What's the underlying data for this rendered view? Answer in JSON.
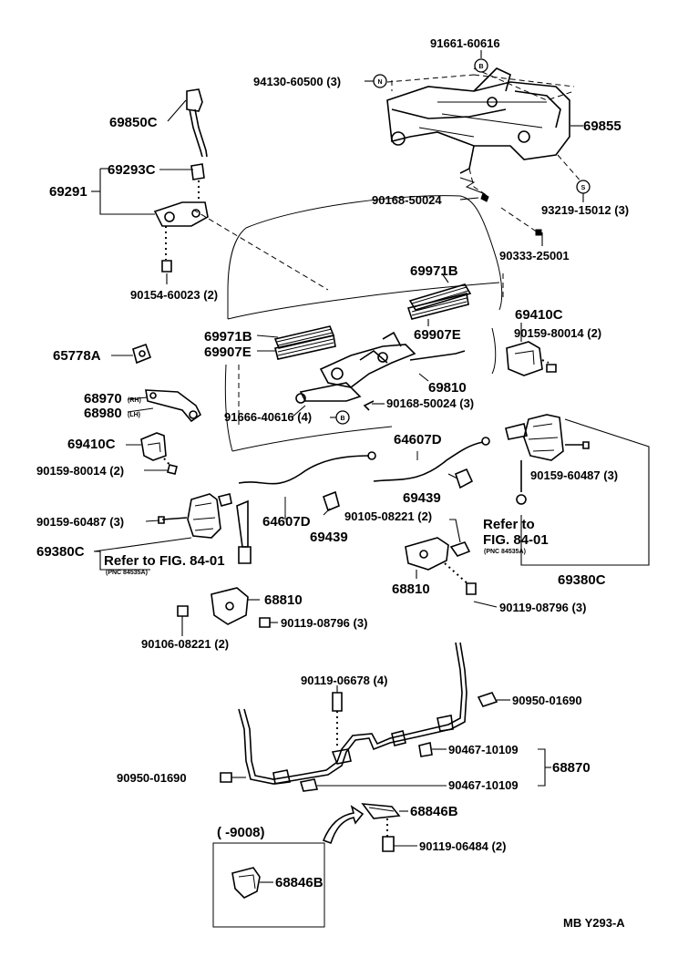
{
  "labels": {
    "p91661_60616": "91661-60616",
    "p94130_60500": "94130-60500 (3)",
    "p69850C": "69850C",
    "p69855": "69855",
    "p69293C": "69293C",
    "p69291": "69291",
    "p90168_50024_top": "90168-50024",
    "p93219_15012": "93219-15012 (3)",
    "p90333_25001": "90333-25001",
    "p90154_60023": "90154-60023 (2)",
    "p69971B_right": "69971B",
    "p69971B_left": "69971B",
    "p69907E_left": "69907E",
    "p69907E_right": "69907E",
    "p69410C_top": "69410C",
    "p90159_80014_top": "90159-80014 (2)",
    "p65778A": "65778A",
    "p69810": "69810",
    "p68970": "68970",
    "p68970_side": "(RH)",
    "p68980": "68980",
    "p68980_side": "(LH)",
    "p90168_50024_mid": "90168-50024 (3)",
    "p91666_40616": "91666-40616 (4)",
    "p69410C_left": "69410C",
    "p64607D_top": "64607D",
    "p90159_80014_left": "90159-80014 (2)",
    "p90159_60487_right": "90159-60487 (3)",
    "p69439_right": "69439",
    "p90105_08221": "90105-08221 (2)",
    "p90159_60487_left": "90159-60487 (3)",
    "p64607D_bottom": "64607D",
    "p69439_left": "69439",
    "p69380C_left": "69380C",
    "refer_left_line1": "Refer to FIG. 84-01",
    "refer_left_line2": "(PNC 84535A)",
    "refer_right_line1": "Refer to",
    "refer_right_line2": "FIG. 84-01",
    "refer_right_line3": "(PNC 84535A)",
    "p68810_right": "68810",
    "p69380C_right": "69380C",
    "p68810_left": "68810",
    "p90119_08796_right": "90119-08796 (3)",
    "p90119_08796_left": "90119-08796 (3)",
    "p90106_08221": "90106-08221 (2)",
    "p90119_06678": "90119-06678 (4)",
    "p90950_01690_right": "90950-01690",
    "p90467_10109_top": "90467-10109",
    "p90950_01690_left": "90950-01690",
    "p68870": "68870",
    "p90467_10109_bottom": "90467-10109",
    "p68846B_top": "68846B",
    "inset_range": "(      -9008)",
    "p90119_06484": "90119-06484 (2)",
    "p68846B_inset": "68846B",
    "figure_code": "MB  Y293-A"
  },
  "callouts": {
    "B_top": "B",
    "N": "N",
    "S": "S",
    "B_mid": "B"
  },
  "colors": {
    "ink": "#000000",
    "paper": "#ffffff"
  }
}
